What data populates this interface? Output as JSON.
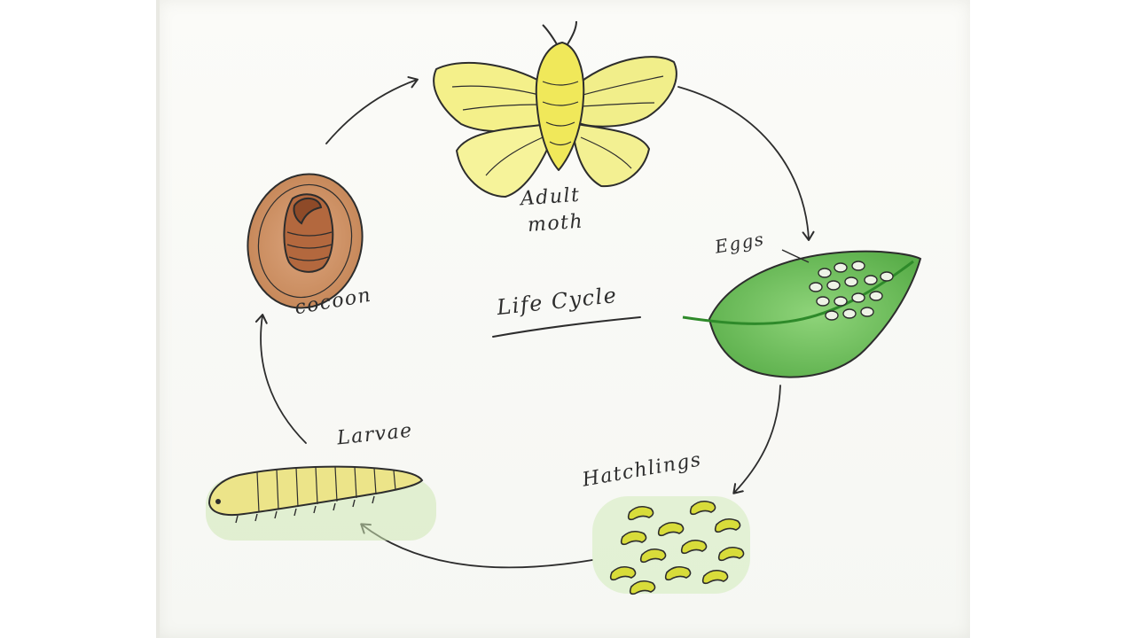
{
  "diagram": {
    "title": "Life Cycle",
    "stages": {
      "adult": {
        "line1": "Adult",
        "line2": "moth"
      },
      "eggs": "Eggs",
      "hatchlings": "Hatchlings",
      "larvae": "Larvae",
      "cocoon": "cocoon"
    }
  },
  "colors": {
    "ink": "#2d2d2d",
    "wing_yellow": "#f4f08a",
    "leaf_green": "#6cc05a",
    "cocoon_brown": "#c98a5e",
    "pupa_brown": "#a85a36",
    "larva_yellow": "#e8e07a",
    "hatchling_yellow": "#d8dc3a"
  }
}
